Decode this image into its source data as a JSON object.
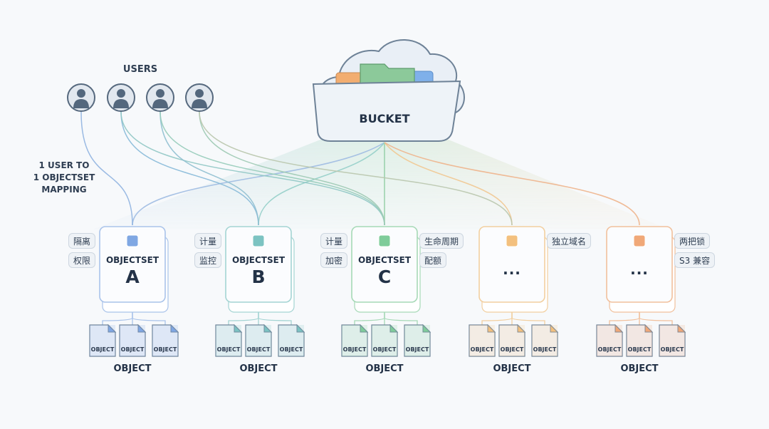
{
  "users": {
    "label": "USERS",
    "mapping_note": [
      "1 USER TO",
      "1 OBJECTSET",
      "MAPPING"
    ],
    "avatar_count": 4
  },
  "bucket": {
    "label": "BUCKET"
  },
  "objectsets": [
    {
      "title": "OBJECTSET",
      "letter": "A",
      "color": "#7fa7e3",
      "accent": "#a9c3ea",
      "left_tags": [
        "隔离",
        "权限"
      ],
      "right_tags": [],
      "object_label": "OBJECT",
      "objects": [
        "OBJECT",
        "OBJECT",
        "OBJECT"
      ]
    },
    {
      "title": "OBJECTSET",
      "letter": "B",
      "color": "#7cc3c2",
      "accent": "#a4d4d3",
      "left_tags": [
        "计量",
        "监控"
      ],
      "right_tags": [],
      "object_label": "OBJECT",
      "objects": [
        "OBJECT",
        "OBJECT",
        "OBJECT"
      ]
    },
    {
      "title": "OBJECTSET",
      "letter": "C",
      "color": "#7fcc9a",
      "accent": "#a6d9b6",
      "left_tags": [
        "计量",
        "加密"
      ],
      "right_tags": [
        "生命周期",
        "配额"
      ],
      "object_label": "OBJECT",
      "objects": [
        "OBJECT",
        "OBJECT",
        "OBJECT"
      ]
    },
    {
      "title": "",
      "letter": "...",
      "color": "#f3c07e",
      "accent": "#f2cf9f",
      "left_tags": [],
      "right_tags": [
        "独立域名"
      ],
      "object_label": "OBJECT",
      "objects": [
        "OBJECT",
        "OBJECT",
        "OBJECT"
      ]
    },
    {
      "title": "",
      "letter": "...",
      "color": "#f0a878",
      "accent": "#f1c09c",
      "left_tags": [],
      "right_tags": [
        "两把锁",
        "S3 兼容"
      ],
      "object_label": "OBJECT",
      "objects": [
        "OBJECT",
        "OBJECT",
        "OBJECT"
      ]
    }
  ]
}
